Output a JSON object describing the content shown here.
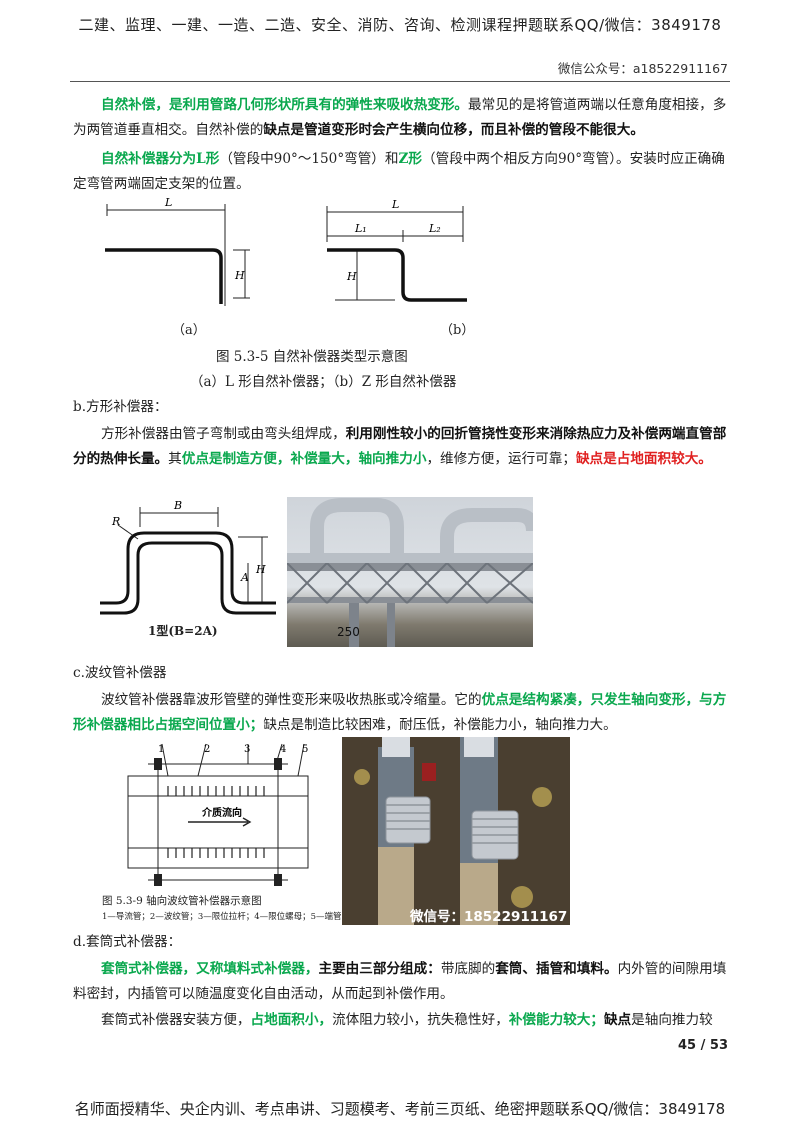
{
  "header": {
    "top_line": "二建、监理、一建、一造、二造、安全、消防、咨询、检测课程押题联系QQ/微信：3849178",
    "wechat": "微信公众号：a18522911167"
  },
  "para1": {
    "s1": "自然补偿，是利用管路几何形状所具有的弹性来吸收热变形。",
    "s2": "最常见的是将管道两端以任意角度相接，多为两管道垂直相交。自然补偿的",
    "s3": "缺点是管道变形时会产生横向位移，而且补偿的管段不能很大。"
  },
  "para2": {
    "s1": "自然补偿器分为",
    "s2": "L形",
    "s3": "（管段中90°～150°弯管）和",
    "s4": "Z形",
    "s5": "（管段中两个相反方向90°弯管）。安装时应正确确定弯管两端固定支架的位置。"
  },
  "fig1": {
    "labels": {
      "L": "L",
      "L1": "L₁",
      "L2": "L₂",
      "H": "H"
    },
    "sub_a": "（a）",
    "sub_b": "（b）",
    "caption": "图 5.3-5 自然补偿器类型示意图",
    "subcaption": "（a）L 形自然补偿器；（b）Z 形自然补偿器"
  },
  "sec_b": {
    "heading": "b.方形补偿器：",
    "s1": "方形补偿器由管子弯制或由弯头组焊成，",
    "s2": "利用刚性较小的回折管挠性变形来消除热应力及补偿两端直管部分的热伸长量。",
    "s3": "其",
    "s4": "优点是制造方便，补偿量大，轴向推力小",
    "s5": "，维修方便，运行可靠；",
    "s6": "缺点是占地面积较大。"
  },
  "fig2": {
    "labels": {
      "R": "R",
      "B": "B",
      "A": "A",
      "H": "H"
    },
    "type_label": "1型(B=2A)",
    "photo_label": "250"
  },
  "sec_c": {
    "heading": "c.波纹管补偿器",
    "s1": "波纹管补偿器靠波形管壁的弹性变形来吸收热胀或冷缩量。它的",
    "s2": "优点是结构紧凑，只发生轴向变形，与方形补偿器相比占据空间位置小；",
    "s3": "缺点是制造比较困难，耐压低，补偿能力小，轴向推力大。"
  },
  "fig3": {
    "numbers": [
      "1",
      "2",
      "3",
      "4",
      "5"
    ],
    "flow_label": "介质流向",
    "caption": "图 5.3-9  轴向波纹管补偿器示意图",
    "legend": "1—导流管；2—波纹管；3—限位拉杆；4—限位螺母；5—端管",
    "photo_watermark": "微信号：18522911167"
  },
  "sec_d": {
    "heading": "d.套筒式补偿器：",
    "s1": "套筒式补偿器，又称填料式补偿器，",
    "s2": "主要由三部分组成：",
    "s3": "带底脚的",
    "s4": "套筒、插管和填料。",
    "s5": "内外管的间隙用填料密封，内插管可以随温度变化自由活动，从而起到补偿作用。",
    "p2_s1": "套筒式补偿器安装方便，",
    "p2_s2": "占地面积小，",
    "p2_s3": "流体阻力较小，抗失稳性好，",
    "p2_s4": "补偿能力较大；",
    "p2_s5": "缺点",
    "p2_s6": "是轴向推力较"
  },
  "page_number": "45 / 53",
  "footer": "名师面授精华、央企内训、考点串讲、习题模考、考前三页纸、绝密押题联系QQ/微信：3849178",
  "colors": {
    "green": "#0aa84e",
    "red": "#e02020"
  }
}
